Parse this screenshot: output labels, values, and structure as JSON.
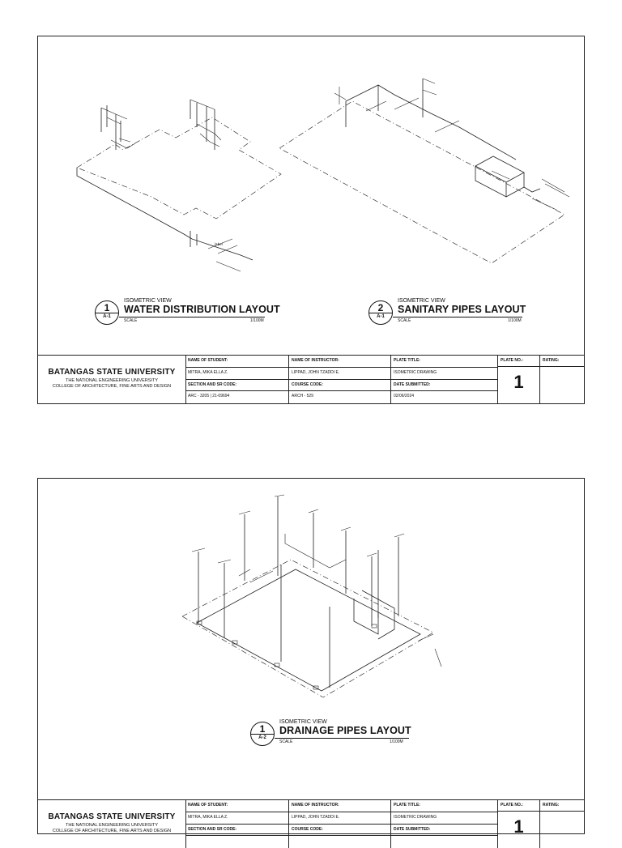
{
  "sheets": [
    {
      "views": [
        {
          "number": "1",
          "sub": "A-1",
          "kind": "ISOMETRIC VIEW",
          "name": "WATER DISTRIBUTION LAYOUT",
          "scale_label": "SCALE",
          "scale": "1/100M"
        },
        {
          "number": "2",
          "sub": "A-1",
          "kind": "ISOMETRIC VIEW",
          "name": "SANITARY PIPES LAYOUT",
          "scale_label": "SCALE",
          "scale": "1/100M"
        }
      ],
      "title_block": {
        "university": "BATANGAS STATE UNIVERSITY",
        "line2": "THE NATIONAL ENGINEERING UNIVERSITY",
        "line3": "COLLEGE OF ARCHITECTURE, FINE ARTS AND DESIGN",
        "student_label": "NAME OF STUDENT:",
        "student": "MITRA, MIKA ELLA Z.",
        "section_label": "SECTION AND SR CODE:",
        "section": "ARC - 3205 | 21-09694",
        "instructor_label": "NAME OF INSTRUCTOR:",
        "instructor": "LIPPAD, JOHN TZADDI E.",
        "course_label": "COURSE CODE:",
        "course": "ARCH - 529",
        "plate_title_label": "PLATE TITLE:",
        "plate_title": "ISOMETRIC DRAWING",
        "date_label": "DATE SUBMITTED:",
        "date": "02/06/2024",
        "plate_no_label": "PLATE NO.:",
        "plate_no": "1",
        "rating_label": "RATING:"
      }
    },
    {
      "views": [
        {
          "number": "1",
          "sub": "A-2",
          "kind": "ISOMETRIC VIEW",
          "name": "DRAINAGE PIPES LAYOUT",
          "scale_label": "SCALE",
          "scale": "1/100M"
        }
      ],
      "title_block": {
        "university": "BATANGAS STATE UNIVERSITY",
        "line2": "THE NATIONAL ENGINEERING UNIVERSITY",
        "line3": "COLLEGE OF ARCHITECTURE, FINE ARTS AND DESIGN",
        "student_label": "NAME OF STUDENT:",
        "student": "MITRA, MIKA ELLA Z.",
        "section_label": "SECTION AND SR CODE:",
        "section": "",
        "instructor_label": "NAME OF INSTRUCTOR:",
        "instructor": "LIPPAD, JOHN TZADDI E.",
        "course_label": "COURSE CODE:",
        "course": "",
        "plate_title_label": "PLATE TITLE:",
        "plate_title": "ISOMETRIC DRAWING",
        "date_label": "DATE SUBMITTED:",
        "date": "",
        "plate_no_label": "PLATE NO.:",
        "plate_no": "1",
        "rating_label": "RATING:"
      }
    }
  ]
}
